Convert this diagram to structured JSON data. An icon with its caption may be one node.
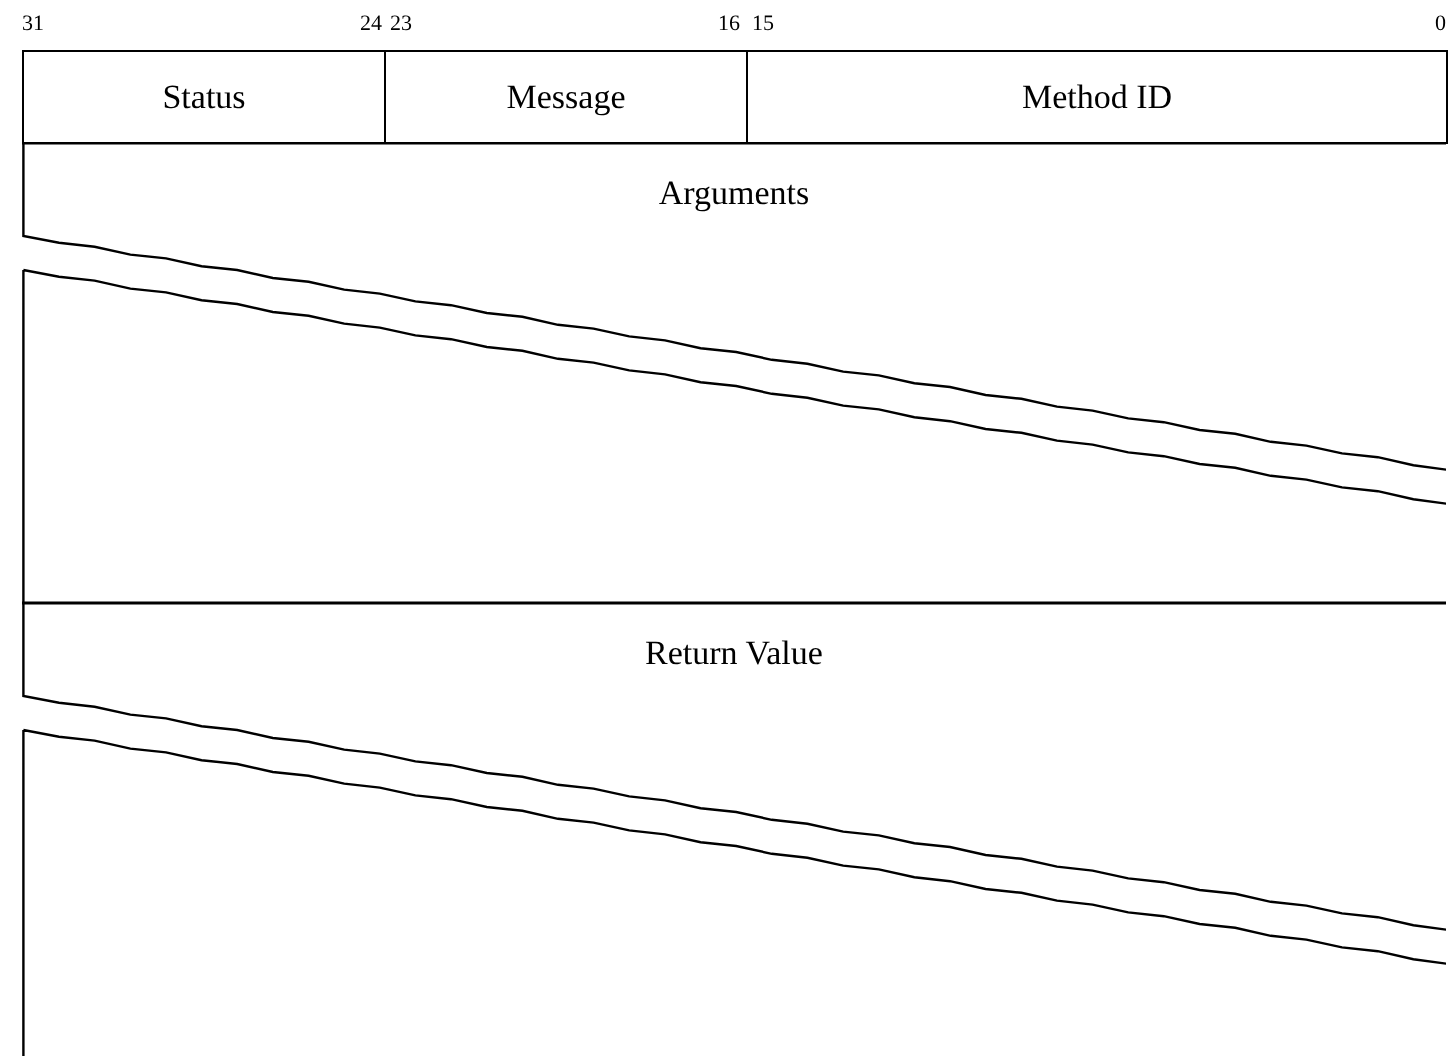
{
  "diagram": {
    "nodes": [
      {
        "text": [
          "Status"
        ]
      },
      {
        "text": [
          "Message"
        ]
      },
      {
        "text": [
          "Method ID"
        ]
      },
      {
        "text": [
          "Arguments"
        ]
      },
      {
        "text": [
          "Return Value"
        ]
      }
    ],
    "labels": [
      "31",
      "24",
      "23",
      "16",
      "15",
      "0"
    ]
  }
}
